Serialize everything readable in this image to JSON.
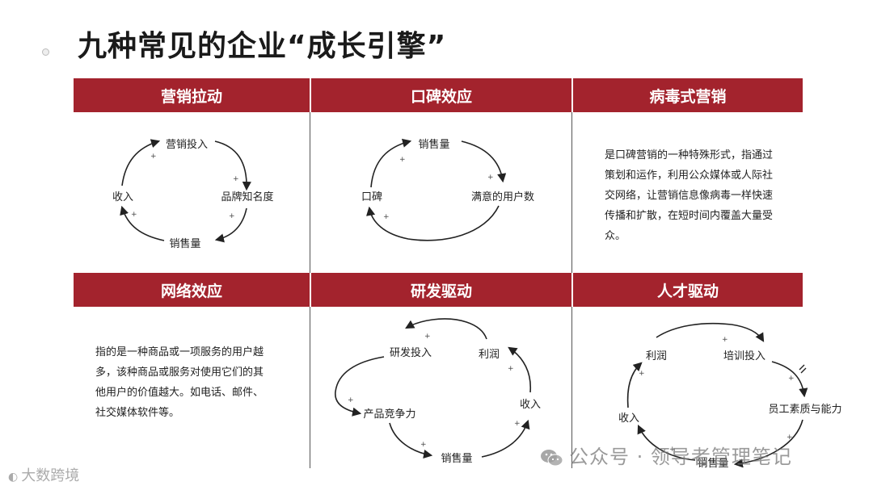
{
  "title": "九种常见的企业“成长引擎”",
  "panels": [
    {
      "header": "营销拉动",
      "nodes": [
        "营销投入",
        "品牌知名度",
        "销售量",
        "收入"
      ],
      "signs": [
        "+",
        "+",
        "+",
        "+"
      ]
    },
    {
      "header": "口碑效应",
      "nodes": [
        "销售量",
        "满意的用户数",
        "口碑"
      ],
      "signs": [
        "+",
        "+",
        "+"
      ]
    },
    {
      "header": "病毒式营销",
      "text": [
        "是口碑营销的一种特殊形式，指通过",
        "策划和运作，利用公众媒体或人际社",
        "交网络，让营销信息像病毒一样快速",
        "传播和扩散，在短时间内覆盖大量受",
        "众。"
      ]
    },
    {
      "header": "网络效应",
      "text": [
        "指的是一种商品或一项服务的用户越",
        "多，该种商品或服务对使用它们的其",
        "他用户的价值越大。如电话、邮件、",
        "社交媒体软件等。"
      ]
    },
    {
      "header": "研发驱动",
      "nodes": [
        "研发投入",
        "产品竞争力",
        "销售量",
        "收入",
        "利润"
      ],
      "signs": [
        "+",
        "+",
        "+",
        "+",
        "+"
      ]
    },
    {
      "header": "人才驱动",
      "nodes": [
        "培训投入",
        "员工素质与能力",
        "销售量",
        "收入",
        "利润"
      ],
      "signs": [
        "+",
        "+",
        "+",
        "+",
        "+"
      ]
    }
  ],
  "watermarks": {
    "right": "公众号 · 领导者管理笔记",
    "left": "大数跨境"
  }
}
